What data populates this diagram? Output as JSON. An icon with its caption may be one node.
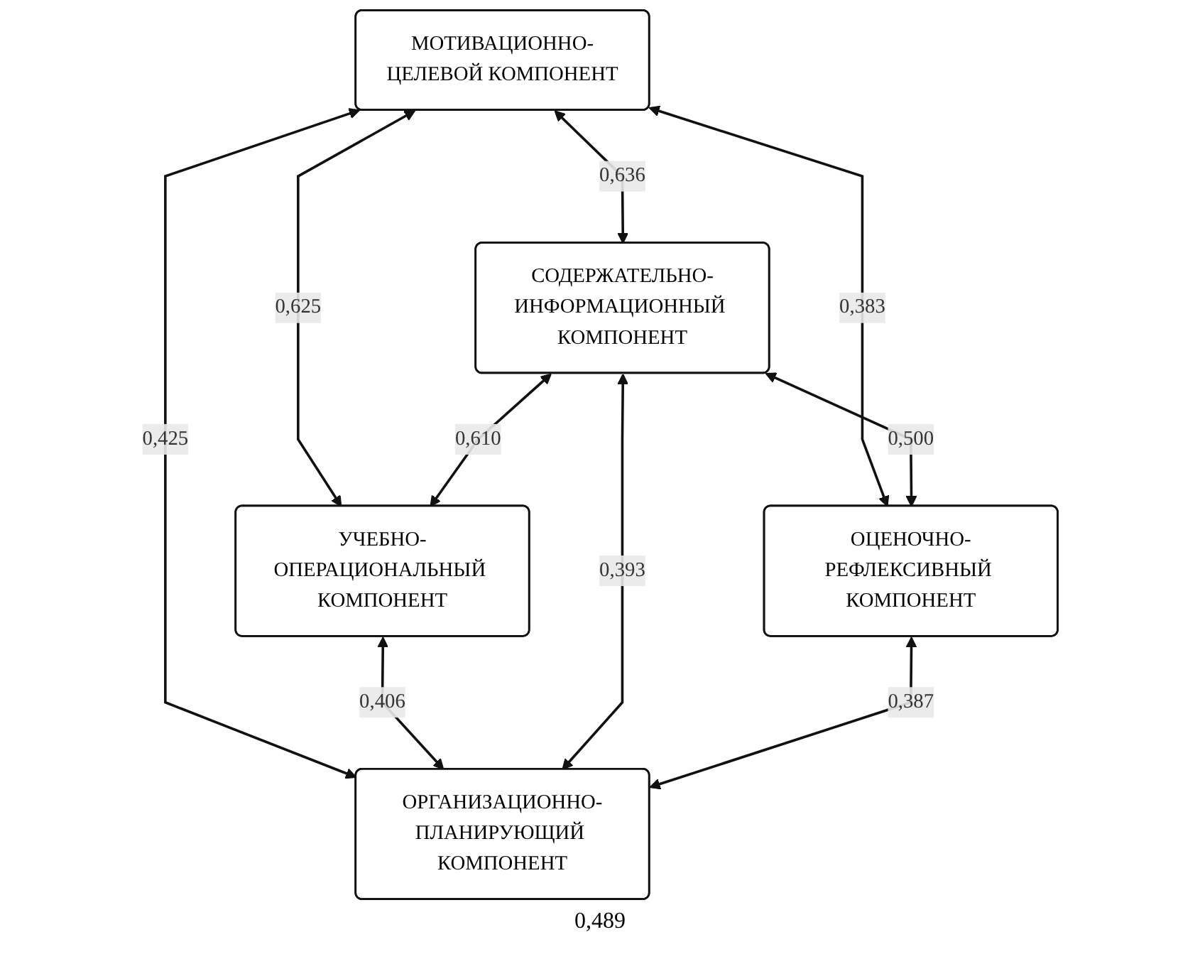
{
  "diagram": {
    "nodes": [
      {
        "text": [
          "МОТИВАЦИОННО-ЦЕЛЕВОЙ КОМПОНЕНТ"
        ]
      },
      {
        "text": [
          "СОДЕРЖАТЕЛЬНО-ИНФОРМАЦИОННЫЙ КОМПОНЕНТ"
        ]
      },
      {
        "text": [
          "УЧЕБНО-ОПЕРАЦИОНАЛЬНЫЙ КОМПОНЕНТ"
        ]
      },
      {
        "text": [
          "ОЦЕНОЧНО-РЕФЛЕКСИВНЫЙ КОМПОНЕНТ"
        ]
      },
      {
        "text": [
          "ОРГАНИЗАЦИОННО-ПЛАНИРУЮЩИЙ КОМПОНЕНТ"
        ]
      }
    ],
    "edges": [
      {
        "from": 0,
        "to": 1,
        "arrow": "both",
        "label": "0,636"
      },
      {
        "from": 0,
        "to": 2,
        "arrow": "both",
        "label": "0,625"
      },
      {
        "from": 0,
        "to": 3,
        "arrow": "both",
        "label": "0,383"
      },
      {
        "from": 0,
        "to": 4,
        "arrow": "both",
        "label": "0,425"
      },
      {
        "from": 1,
        "to": 2,
        "arrow": "both",
        "label": "0,610"
      },
      {
        "from": 1,
        "to": 3,
        "arrow": "both",
        "label": "0,500"
      },
      {
        "from": 2,
        "to": 4,
        "arrow": "both",
        "label": "0,406"
      },
      {
        "from": 1,
        "to": 4,
        "arrow": "both",
        "label": "0,393"
      },
      {
        "from": 3,
        "to": 4,
        "arrow": "both",
        "label": "0,387"
      }
    ],
    "labels": [
      "0,489"
    ]
  }
}
